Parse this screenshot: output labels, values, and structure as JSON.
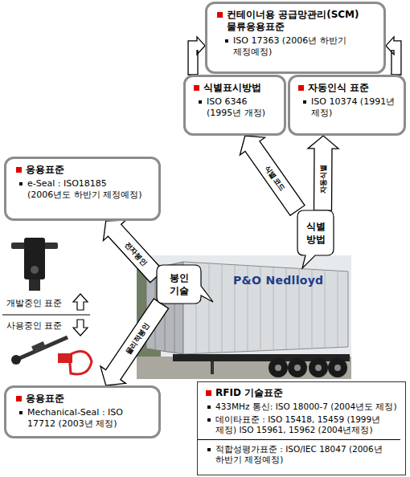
{
  "diagram": {
    "nodes": [
      {
        "text": [
          "컨테이너용 공급망관리(SCM) 물류응용표준",
          "ISO 17363 (2006년 하반기 제정예정)"
        ]
      },
      {
        "text": [
          "식별표시방법",
          "ISO 6346 (1995년 개정)"
        ]
      },
      {
        "text": [
          "자동인식 표준",
          "ISO 10374 (1991년 제정)"
        ]
      },
      {
        "text": [
          "응용표준",
          "e-Seal : ISO18185 (2006년도 하반기 제정예정)"
        ]
      },
      {
        "text": [
          "식별 방법"
        ]
      },
      {
        "text": [
          "봉인 기술"
        ]
      },
      {
        "text": [
          "응용표준",
          "Mechanical-Seal : ISO 17712 (2003년 제정)"
        ]
      },
      {
        "text": [
          "RFID 기술표준",
          "433MHz 통신: ISO 18000-7 (2004년도 제정)",
          "데이타표준 : ISO 15418, 15459 (1999년 제정) ISO 15961, 15962 (2004년제정)",
          "적합성평가표준 : ISO/IEC 18047 (2006년 하반기 제정예정)"
        ]
      }
    ],
    "edges": [
      {
        "from": 1,
        "to": 0,
        "arrow": "to"
      },
      {
        "from": 2,
        "to": 0,
        "arrow": "to"
      },
      {
        "from": 4,
        "to": 1,
        "label": "식별코드",
        "arrow": "to"
      },
      {
        "from": 4,
        "to": 2,
        "label": "자동식별",
        "arrow": "to"
      },
      {
        "from": 5,
        "to": 3,
        "label": "전자봉인",
        "arrow": "to"
      },
      {
        "from": 5,
        "to": 6,
        "label": "물리적봉인",
        "arrow": "to"
      }
    ],
    "labels": [
      "개발중인 표준",
      "사용중인 표준",
      "P&O Nedlloyd"
    ]
  }
}
